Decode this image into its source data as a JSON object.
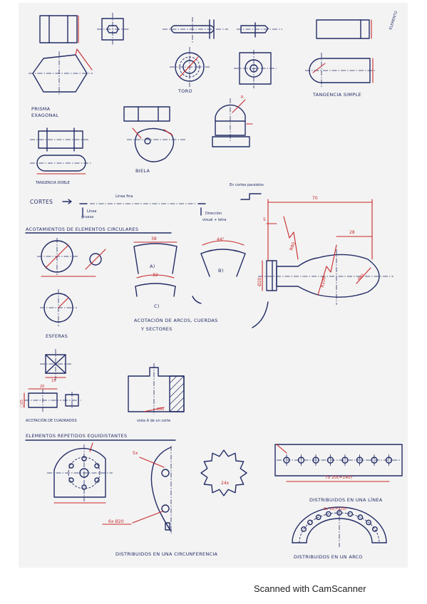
{
  "corner_label": "ELEMENTO",
  "labels": {
    "prisma": "PRISMA",
    "exagonal": "EXAGONAL",
    "toro": "TORO",
    "tangencia_simple": "TANGENCIA SIMPLE",
    "tangencia_doble": "TANGENCIA DOBLE",
    "biela": "BIELA",
    "cortes": "CORTES",
    "linea_fina": "Línea fina",
    "linea_gruesa_1": "Línea",
    "linea_gruesa_2": "gruesa",
    "cortes_paralelos": "En cortes paralelos",
    "direccion_1": "Dirección",
    "direccion_2": "visual + letra",
    "acotamientos": "ACOTAMIENTOS DE ELEMENTOS CIRCULARES",
    "esferas": "ESFERAS",
    "acot_arcos_1": "ACOTACIÓN DE ARCOS, CUERDAS",
    "acot_arcos_2": "Y SECTORES",
    "arc_a": "A)",
    "arc_b": "B)",
    "arc_c": "C)",
    "acotacion_cuadrados": "ACOTACIÓN DE CUADRADOS",
    "vista_corte": "vista A de un corte",
    "elementos_repetidos": "ELEMENTOS REPETIDOS EQUIDISTANTES",
    "distrib_linea_1": "DISTRIBUIDOS EN UNA LÍNEA",
    "distrib_circ": "DISTRIBUIDOS EN UNA CIRCUNFERENCIA",
    "distrib_arco": "DISTRIBUIDOS EN UN ARCO"
  },
  "dimensions": {
    "d70": "70",
    "d28": "28",
    "d5": "5",
    "r80": "R80",
    "r100": "R100",
    "d20": "Ø20",
    "d40": "Ø40",
    "arc_chord_a": "38",
    "arc_chord_c": "32",
    "arc_angle_b": "44°",
    "sq_width": "20",
    "sq_small": "15",
    "sq_side": "□15",
    "sec_dia": "Ø30",
    "five_x": "5x",
    "six_x_d20": "6x Ø20",
    "line_spacing": "7x 20(=140)",
    "arc_spacing": "8x 15(=120)",
    "gear_label": "24x"
  },
  "footer": "Scanned with CamScanner"
}
